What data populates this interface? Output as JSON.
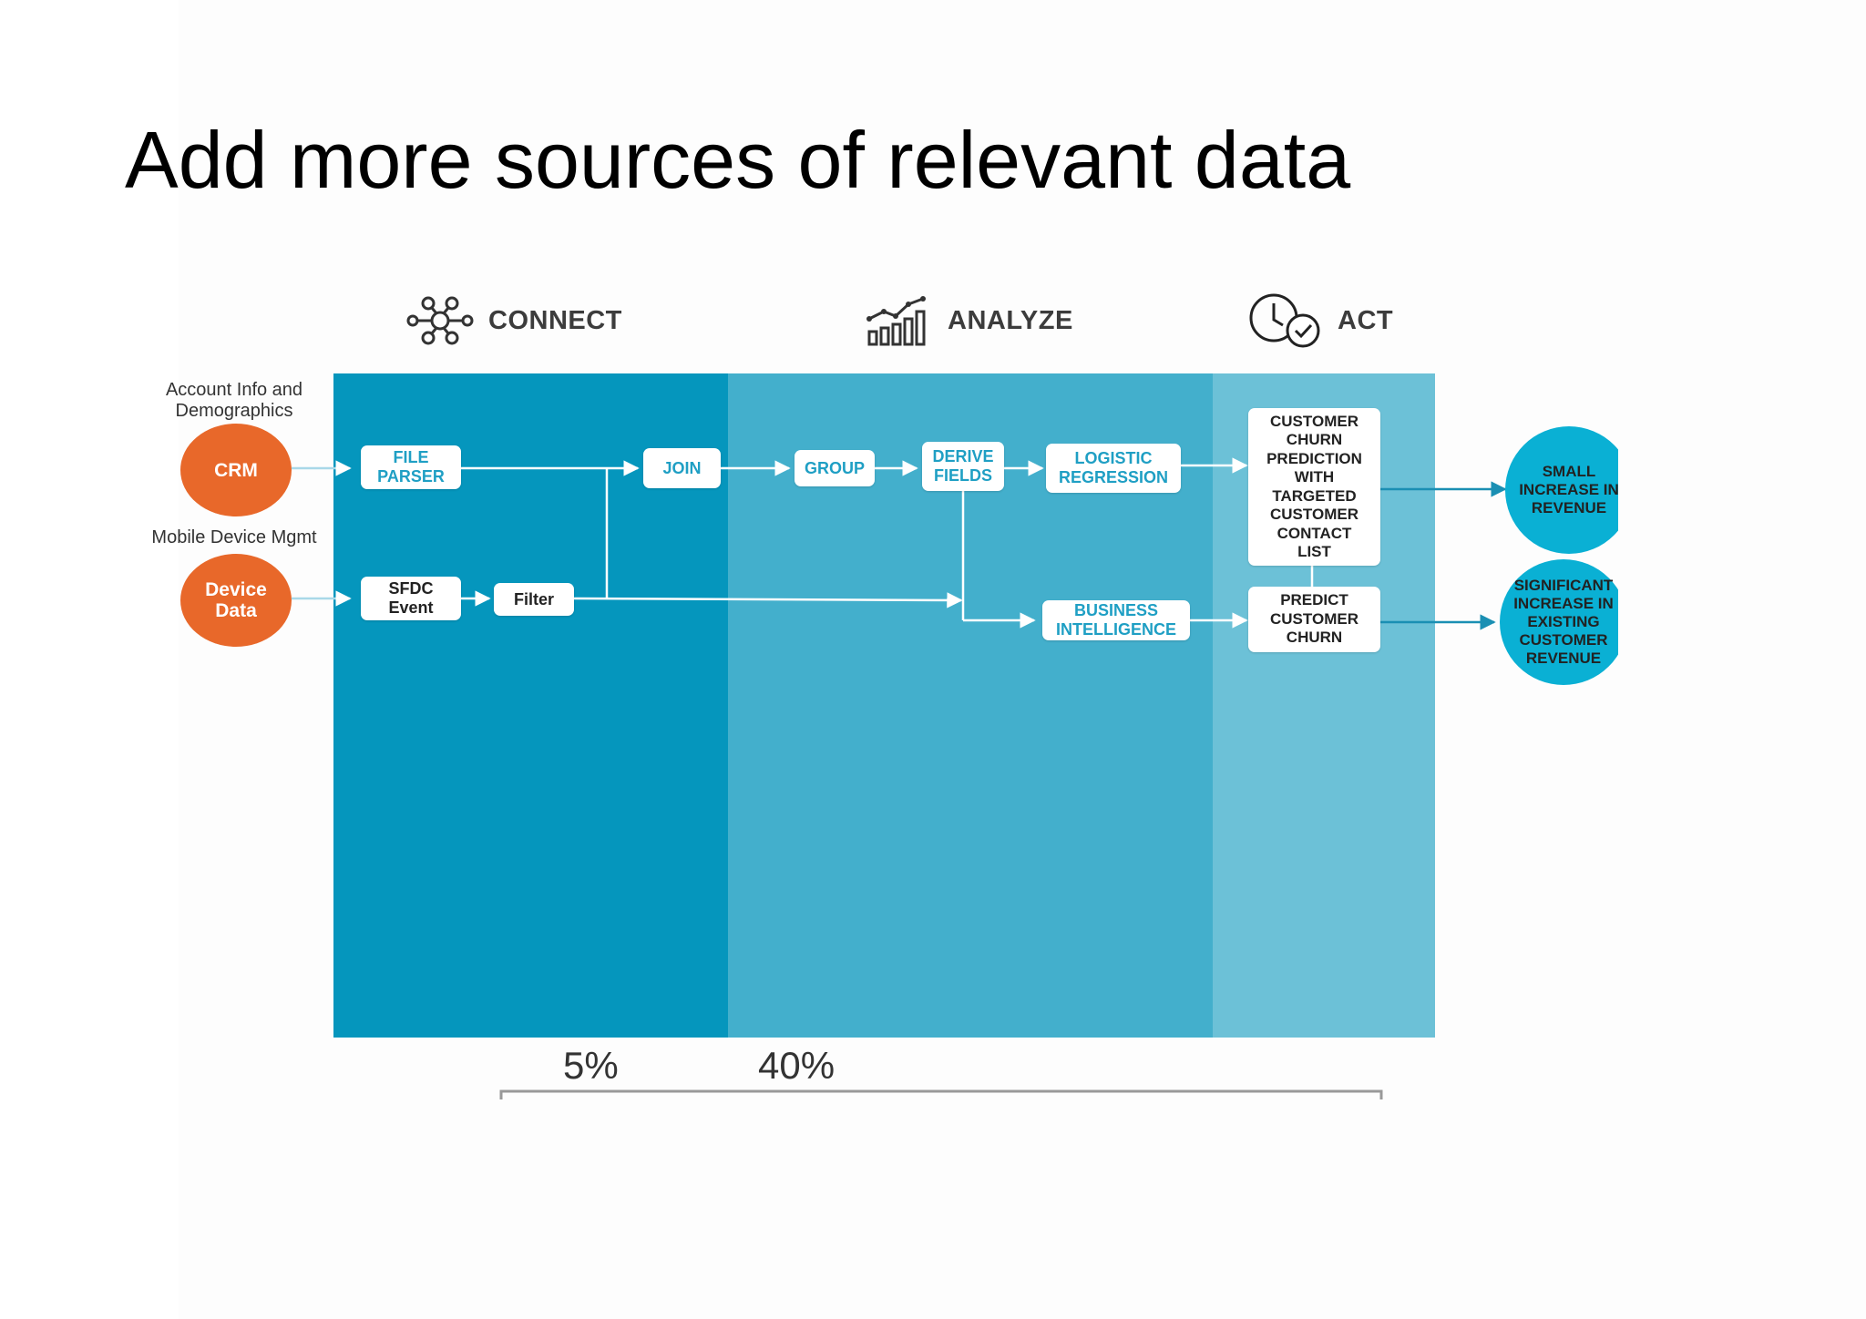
{
  "title": "Add more sources of relevant data",
  "stages": {
    "connect": {
      "label": "CONNECT",
      "icon": "network-nodes-icon"
    },
    "analyze": {
      "label": "ANALYZE",
      "icon": "bar-chart-trend-icon"
    },
    "act": {
      "label": "ACT",
      "icon": "clock-check-icon"
    }
  },
  "sources": {
    "crm": {
      "caption": "Account Info and Demographics",
      "label": "CRM"
    },
    "device": {
      "caption": "Mobile Device Mgmt",
      "label": "Device Data"
    }
  },
  "steps": {
    "file_parser": "FILE PARSER",
    "sfdc_event": "SFDC Event",
    "filter": "Filter",
    "join": "JOIN",
    "group": "GROUP",
    "derive_fields": "DERIVE FIELDS",
    "logistic_regression": "LOGISTIC REGRESSION",
    "business_intelligence": "BUSINESS INTELLIGENCE",
    "customer_churn_prediction": "CUSTOMER CHURN PREDICTION WITH TARGETED CUSTOMER CONTACT LIST",
    "predict_customer_churn": "PREDICT CUSTOMER CHURN"
  },
  "outcomes": {
    "small_increase": "SMALL INCREASE IN REVENUE",
    "significant_increase": "SIGNIFICANT INCREASE IN EXISTING CUSTOMER REVENUE"
  },
  "percentages": {
    "first": "5%",
    "second": "40%"
  },
  "colors": {
    "connect_band": "#0596bd",
    "analyze_band": "#43afcc",
    "act_band": "#6cc1d7",
    "source_circle": "#e8682a",
    "outcome_circle": "#0ab0d4",
    "step_text": "#1f9fc4"
  }
}
